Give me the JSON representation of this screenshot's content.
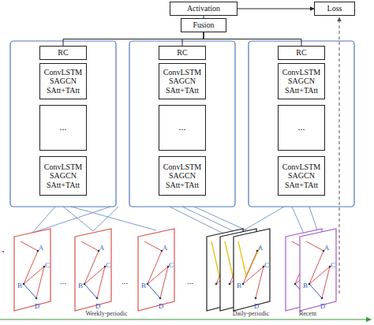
{
  "diagram": {
    "nodes": [
      {
        "text": [
          "Activation"
        ]
      },
      {
        "text": [
          "Loss"
        ]
      },
      {
        "text": [
          "Fusion"
        ]
      },
      {
        "text": [
          "RC"
        ]
      },
      {
        "text": [
          "ConvLSTM SAGCN SAtt+TAtt"
        ]
      },
      {
        "text": [
          "..."
        ]
      },
      {
        "text": [
          "ConvLSTM SAGCN SAtt+TAtt"
        ]
      },
      {
        "text": [
          "RC"
        ]
      },
      {
        "text": [
          "ConvLSTM SAGCN SAtt+TAtt"
        ]
      },
      {
        "text": [
          "..."
        ]
      },
      {
        "text": [
          "ConvLSTM SAGCN SAtt+TAtt"
        ]
      },
      {
        "text": [
          "RC"
        ]
      },
      {
        "text": [
          "ConvLSTM SAGCN SAtt+TAtt"
        ]
      },
      {
        "text": [
          "..."
        ]
      },
      {
        "text": [
          "ConvLSTM SAGCN SAtt+TAtt"
        ]
      }
    ],
    "edges": [
      {
        "from": 2,
        "to": 0,
        "arrow": "none"
      },
      {
        "from": 0,
        "to": 1,
        "arrow": "to"
      },
      {
        "from": 3,
        "to": 2,
        "arrow": "none"
      },
      {
        "from": 7,
        "to": 2,
        "arrow": "none"
      },
      {
        "from": 11,
        "to": 2,
        "arrow": "none"
      }
    ],
    "labels": [
      "Weekly-periodic",
      "Daily-periodic",
      "Recent",
      "...",
      "...",
      "...",
      "A",
      "C",
      "B",
      "D",
      "A",
      "C",
      "B",
      "D",
      "A",
      "C",
      "B",
      "D",
      "A",
      "C",
      "B",
      "D",
      "A",
      "C",
      "B",
      "D"
    ]
  }
}
